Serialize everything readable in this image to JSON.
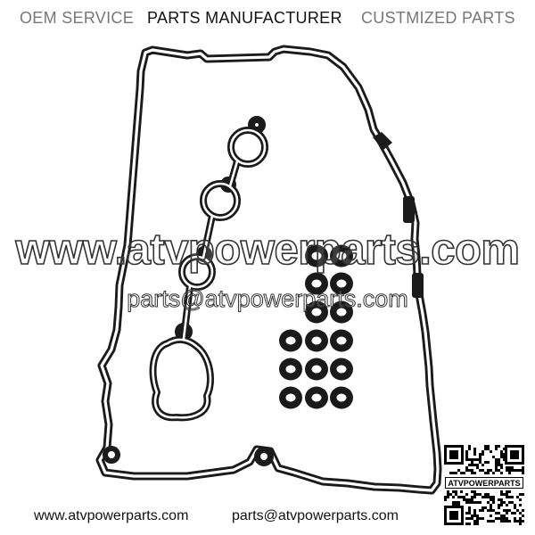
{
  "header": {
    "items": [
      "OEM SERVICE",
      "PARTS MANUFACTURER",
      "CUSTMIZED PARTS"
    ]
  },
  "watermark": {
    "large": "www.atvpowerparts.com",
    "small": "parts@atvpowerparts.com"
  },
  "footer": {
    "website": "www.atvpowerparts.com",
    "email": "parts@atvpowerparts.com"
  },
  "qr": {
    "label": "ATVPOWERPARTS"
  },
  "product": {
    "grommet_count": 17
  },
  "colors": {
    "gasket": "#1b1b1b",
    "background": "#ffffff",
    "header_gray": "#777777"
  }
}
